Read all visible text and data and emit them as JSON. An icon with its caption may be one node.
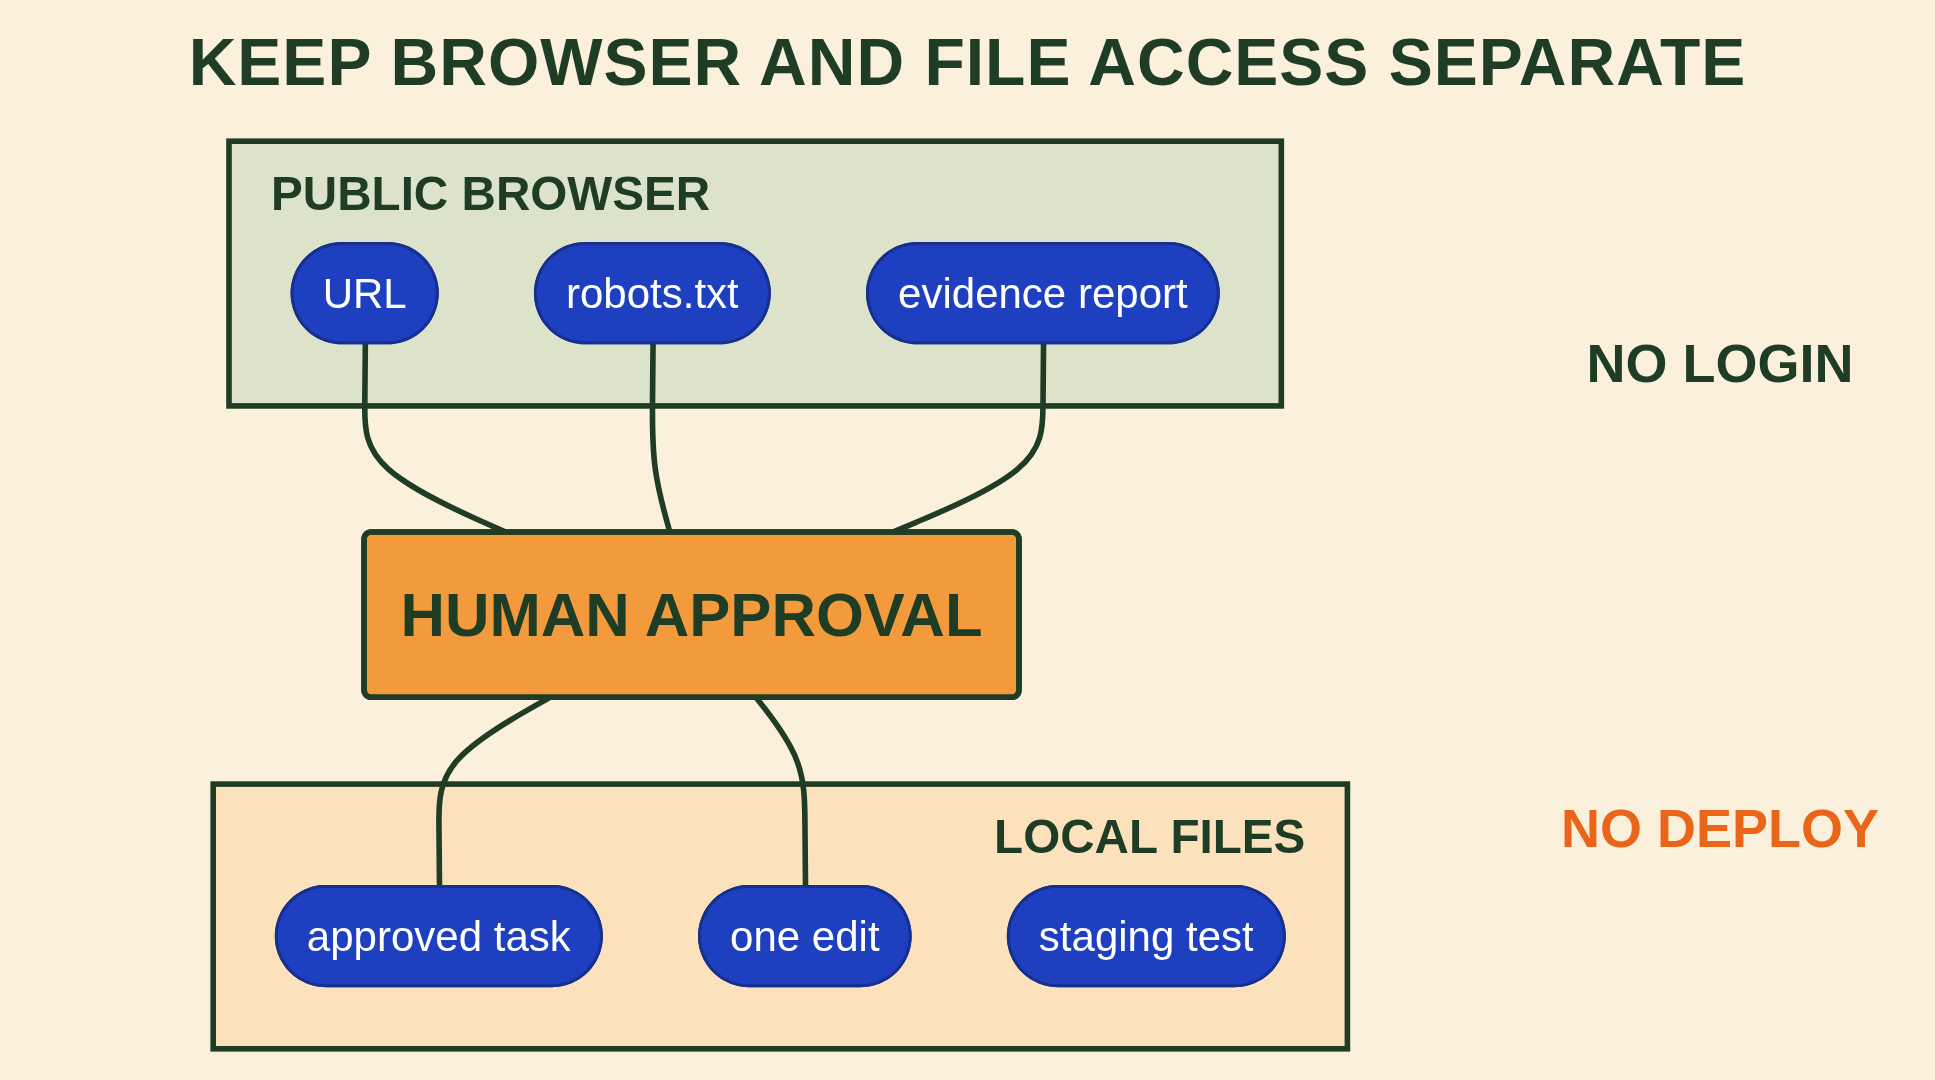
{
  "diagram": {
    "title": "KEEP BROWSER AND FILE ACCESS SEPARATE",
    "nodes": [
      {
        "text": [
          "PUBLIC BROWSER"
        ]
      },
      {
        "text": [
          "URL"
        ],
        "in": 0
      },
      {
        "text": [
          "robots.txt"
        ],
        "in": 0
      },
      {
        "text": [
          "evidence report"
        ],
        "in": 0
      },
      {
        "text": [
          "HUMAN APPROVAL"
        ]
      },
      {
        "text": [
          "LOCAL FILES"
        ]
      },
      {
        "text": [
          "approved task"
        ],
        "in": 5
      },
      {
        "text": [
          "one edit"
        ],
        "in": 5
      },
      {
        "text": [
          "staging test"
        ],
        "in": 5
      }
    ],
    "edges": [
      {
        "from": 1,
        "to": 4,
        "arrow": "none"
      },
      {
        "from": 2,
        "to": 4,
        "arrow": "none"
      },
      {
        "from": 3,
        "to": 4,
        "arrow": "none"
      },
      {
        "from": 4,
        "to": 6,
        "arrow": "none"
      },
      {
        "from": 4,
        "to": 7,
        "arrow": "none"
      }
    ],
    "labels": [
      "NO LOGIN",
      "NO DEPLOY"
    ]
  }
}
